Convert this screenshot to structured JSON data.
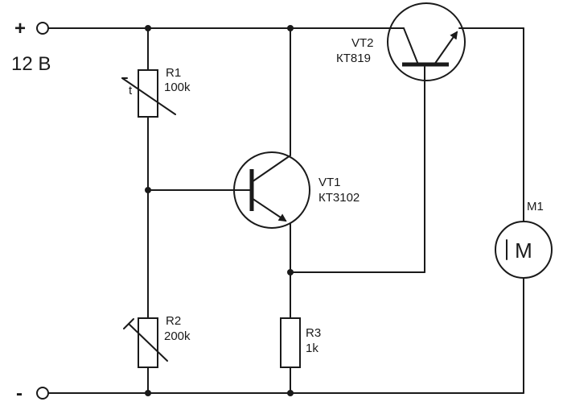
{
  "supply": {
    "plus_sign": "+",
    "minus_sign": "-",
    "voltage": "12 В"
  },
  "components": {
    "r1": {
      "ref": "R1",
      "value": "100k",
      "param": "t"
    },
    "r2": {
      "ref": "R2",
      "value": "200k"
    },
    "r3": {
      "ref": "R3",
      "value": "1k"
    },
    "vt1": {
      "ref": "VT1",
      "part": "КТ3102"
    },
    "vt2": {
      "ref": "VT2",
      "part": "КТ819"
    },
    "m1": {
      "ref": "M1",
      "symbol": "M"
    }
  }
}
